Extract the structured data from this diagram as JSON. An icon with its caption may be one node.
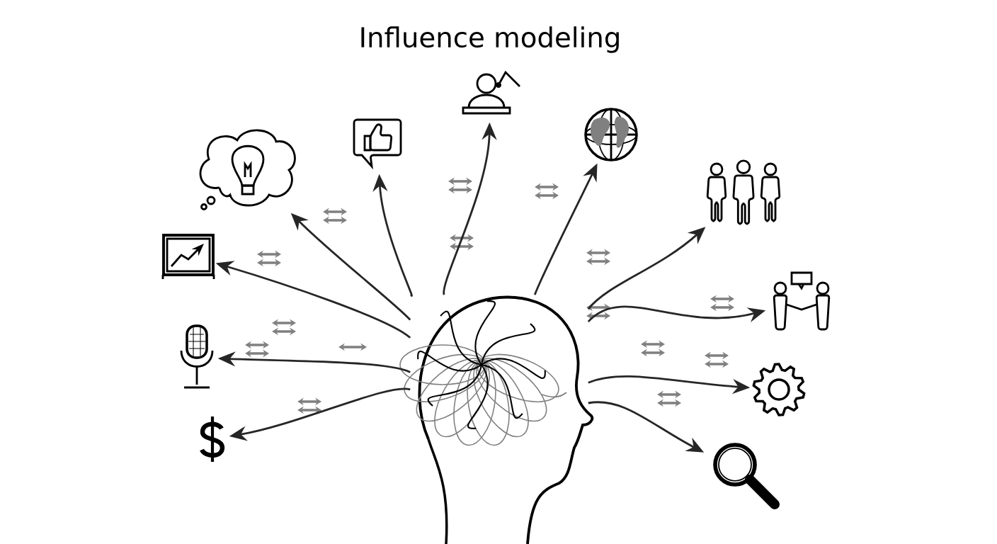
{
  "diagram": {
    "title": "Influence modeling",
    "nodes": [
      {
        "text": [],
        "shape": "picture"
      },
      {
        "text": [],
        "shape": "picture"
      },
      {
        "text": [],
        "shape": "picture"
      },
      {
        "text": [],
        "shape": "picture"
      },
      {
        "text": [],
        "shape": "picture"
      },
      {
        "text": [],
        "shape": "picture"
      },
      {
        "text": [],
        "shape": "picture"
      },
      {
        "text": [],
        "shape": "picture"
      },
      {
        "text": [],
        "shape": "picture"
      },
      {
        "text": [],
        "shape": "picture"
      },
      {
        "text": [],
        "shape": "picture"
      },
      {
        "text": [],
        "shape": "picture"
      }
    ],
    "edges": [
      {
        "from": 0,
        "to": 1,
        "arrow": "to"
      },
      {
        "from": 0,
        "to": 2,
        "arrow": "to"
      },
      {
        "from": 0,
        "to": 3,
        "arrow": "to"
      },
      {
        "from": 0,
        "to": 4,
        "arrow": "to"
      },
      {
        "from": 0,
        "to": 5,
        "arrow": "to"
      },
      {
        "from": 0,
        "to": 6,
        "arrow": "to"
      },
      {
        "from": 0,
        "to": 7,
        "arrow": "to"
      },
      {
        "from": 0,
        "to": 8,
        "arrow": "to"
      },
      {
        "from": 0,
        "to": 9,
        "arrow": "to"
      },
      {
        "from": 0,
        "to": 10,
        "arrow": "to"
      },
      {
        "from": 0,
        "to": 11,
        "arrow": "to"
      }
    ]
  }
}
